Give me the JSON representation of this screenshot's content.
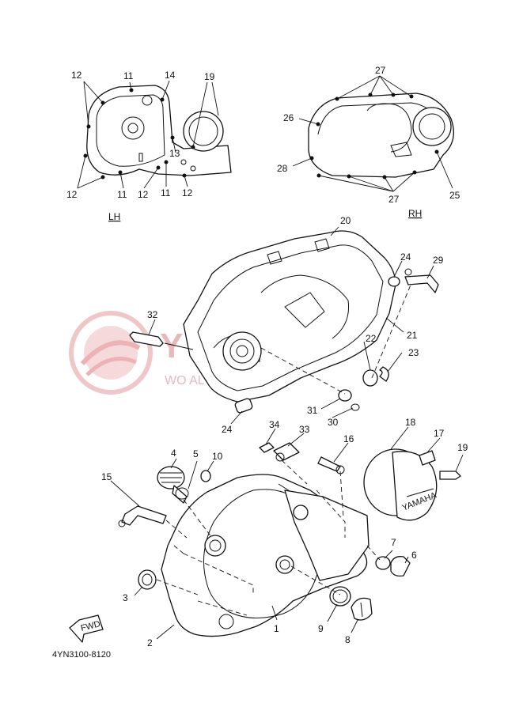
{
  "watermark": {
    "line1": "Y               ER.PL",
    "line2": "WO     AL     M         AL      YAMAHA",
    "color": "#e9b8ba"
  },
  "labels": {
    "lh": "LH",
    "rh": "RH",
    "fwd": "FWD",
    "yamaha": "YAMAHA",
    "diagram_code": "4YN3100-8120"
  },
  "callouts": {
    "c1": "1",
    "c2": "2",
    "c3": "3",
    "c4": "4",
    "c5": "5",
    "c6": "6",
    "c7": "7",
    "c8": "8",
    "c9": "9",
    "c10": "10",
    "c11a": "11",
    "c11b": "11",
    "c11c": "11",
    "c12a": "12",
    "c12b": "12",
    "c12c": "12",
    "c12d": "12",
    "c13": "13",
    "c14": "14",
    "c15": "15",
    "c16": "16",
    "c17": "17",
    "c18": "18",
    "c19a": "19",
    "c19b": "19",
    "c20": "20",
    "c21": "21",
    "c22": "22",
    "c23": "23",
    "c24a": "24",
    "c24b": "24",
    "c25": "25",
    "c26": "26",
    "c27a": "27",
    "c27b": "27",
    "c28": "28",
    "c29": "29",
    "c30": "30",
    "c31": "31",
    "c32": "32",
    "c33": "33",
    "c34": "34"
  }
}
